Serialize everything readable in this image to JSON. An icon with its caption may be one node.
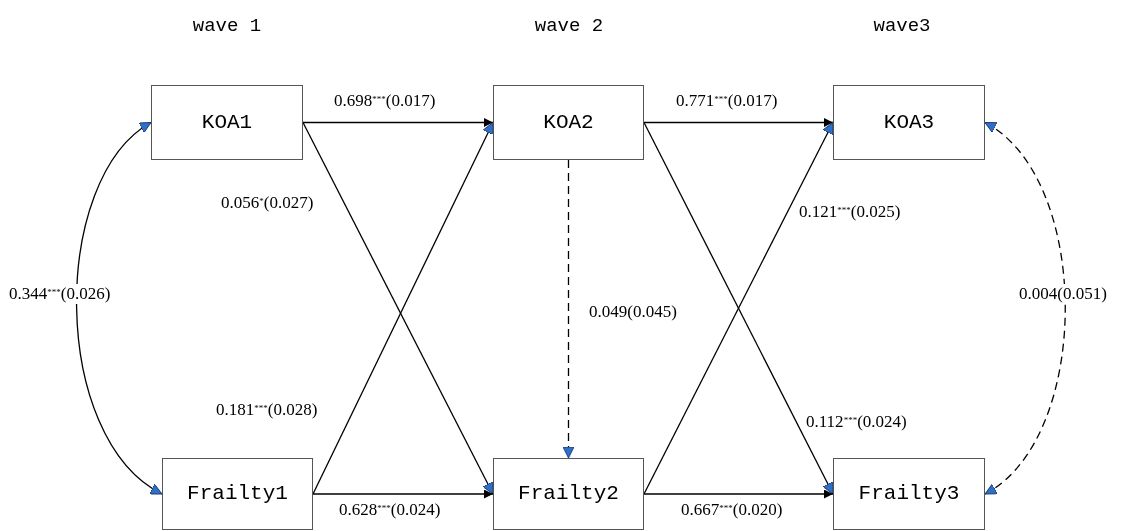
{
  "diagram": {
    "nodes": [
      {
        "text": [
          "KOA1"
        ]
      },
      {
        "text": [
          "KOA2"
        ]
      },
      {
        "text": [
          "KOA3"
        ]
      },
      {
        "text": [
          "Frailty1"
        ]
      },
      {
        "text": [
          "Frailty2"
        ]
      },
      {
        "text": [
          "Frailty3"
        ]
      }
    ],
    "edges": [
      {
        "from": 0,
        "to": 1,
        "arrow": "to",
        "label": "0.698$^{***}$(0.017)"
      },
      {
        "from": 0,
        "to": 4,
        "arrow": "to",
        "label": "0.056$^{*}$(0.027)"
      },
      {
        "from": 3,
        "to": 1,
        "arrow": "to",
        "label": "0.181$^{***}$(0.028)"
      },
      {
        "from": 3,
        "to": 4,
        "arrow": "to",
        "label": "0.628$^{***}$(0.024)"
      },
      {
        "from": 1,
        "to": 4,
        "arrow": "to",
        "style": "dashed",
        "label": "0.049(0.045)"
      },
      {
        "from": 0,
        "to": 3,
        "arrow": "both",
        "label": "0.344$^{***}$(0.026)"
      },
      {
        "from": 1,
        "to": 2,
        "arrow": "to",
        "label": "0.771$^{***}$(0.017)"
      },
      {
        "from": 1,
        "to": 5,
        "arrow": "to",
        "label": "0.112$^{***}$(0.024)"
      },
      {
        "from": 4,
        "to": 2,
        "arrow": "to",
        "label": "0.121$^{***}$(0.025)"
      },
      {
        "from": 4,
        "to": 5,
        "arrow": "to",
        "label": "0.667$^{***}$(0.020)"
      },
      {
        "from": 2,
        "to": 5,
        "arrow": "both",
        "style": "dashed",
        "label": "0.004(0.051)"
      }
    ],
    "labels": [
      "wave 1",
      "wave 2",
      "wave3"
    ]
  }
}
